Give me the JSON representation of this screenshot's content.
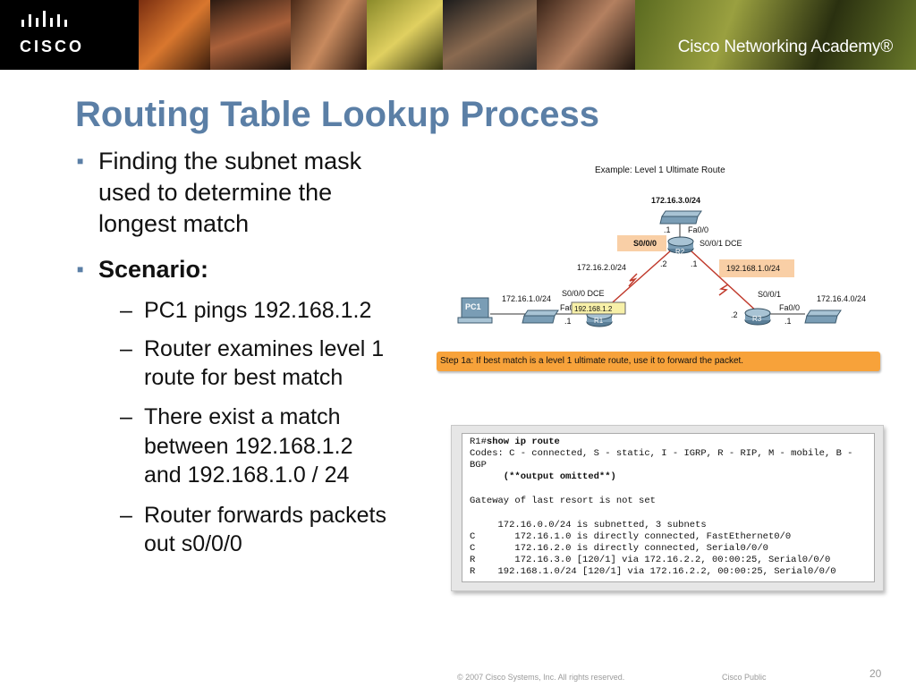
{
  "header": {
    "cisco_wordmark": "CISCO",
    "academy": "Cisco Networking Academy®"
  },
  "title": "Routing Table Lookup Process",
  "bullets": {
    "b1": [
      "Finding the subnet mask",
      "used to determine the",
      "longest match"
    ],
    "b2": "Scenario:",
    "sub1": "PC1 pings 192.168.1.2",
    "sub2": [
      "Router examines level 1",
      "route for best match"
    ],
    "sub3": [
      "There exist a match",
      "between 192.168.1.2",
      "and 192.168.1.0 / 24"
    ],
    "sub4": [
      "Router forwards packets",
      "out s0/0/0"
    ],
    "dash": "–"
  },
  "diagram": {
    "caption": "Example: Level 1 Ultimate Route",
    "net_top": "172.16.3.0/24",
    "r2": {
      "name": "R2",
      "fa": "Fa0/0",
      "dot1": ".1",
      "s000": "S0/0/0",
      "s001": "S0/0/1 DCE",
      "dot2": ".2",
      "dot1b": ".1"
    },
    "net_left_mid": "172.16.2.0/24",
    "net_right_mid": "192.168.1.0/24",
    "r1": {
      "name": "R1",
      "s000": "S0/0/0 DCE",
      "fa": "Fa0",
      "dot1": ".1",
      "tooltip": "192.168.1.2"
    },
    "net_left": "172.16.1.0/24",
    "pc": "PC1",
    "r3": {
      "name": "R3",
      "s001": "S0/0/1",
      "fa": "Fa0/0",
      "dot2": ".2",
      "dot1": ".1"
    },
    "net_right": "172.16.4.0/24"
  },
  "step": "Step 1a: If best match is a level 1 ultimate route, use it to forward the packet.",
  "cli": {
    "prompt": "R1#",
    "command": "show ip route",
    "lines": [
      "Codes: C - connected, S - static, I - IGRP, R - RIP, M - mobile, B -",
      "BGP",
      "      (**output omitted**)",
      "",
      "Gateway of last resort is not set",
      "",
      "     172.16.0.0/24 is subnetted, 3 subnets",
      "C       172.16.1.0 is directly connected, FastEthernet0/0",
      "C       172.16.2.0 is directly connected, Serial0/0/0",
      "R       172.16.3.0 [120/1] via 172.16.2.2, 00:00:25, Serial0/0/0",
      "R    192.168.1.0/24 [120/1] via 172.16.2.2, 00:00:25, Serial0/0/0"
    ]
  },
  "footer": {
    "copyright": "© 2007 Cisco Systems, Inc. All rights reserved.",
    "classification": "Cisco Public",
    "page": "20"
  },
  "colors": {
    "title": "#5b7fa6",
    "step_banner": "#f7a23a",
    "highlight": "#f9cfa6"
  }
}
